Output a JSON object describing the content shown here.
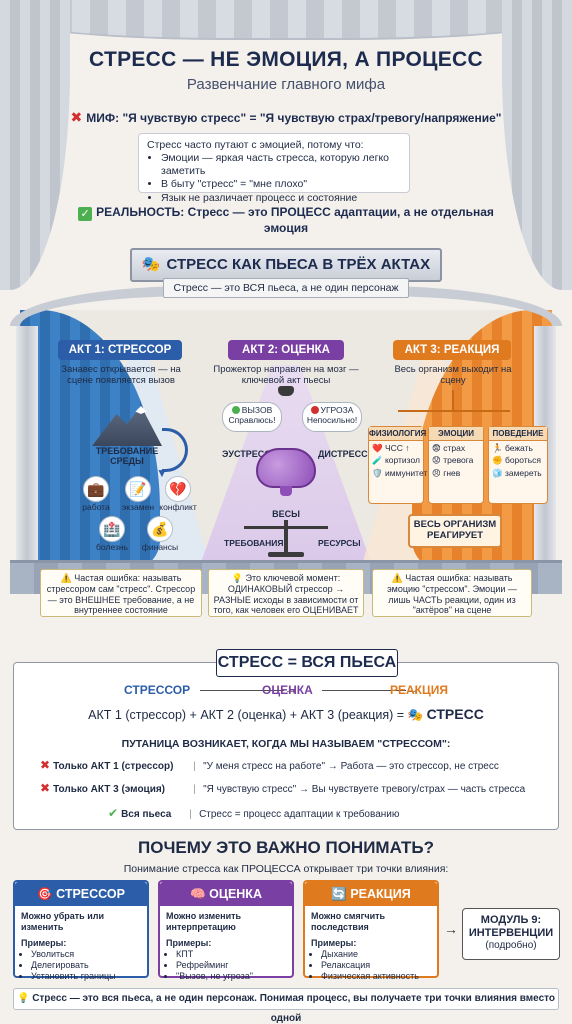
{
  "header": {
    "title": "СТРЕСС — НЕ ЭМОЦИЯ, А ПРОЦЕСС",
    "subtitle": "Развенчание главного мифа"
  },
  "myth": {
    "text": "МИФ: \"Я чувствую стресс\" = \"Я чувствую страх/тревогу/напряжение\"",
    "intro": "Стресс часто путают с эмоцией, потому что:",
    "reasons": [
      "Эмоции — яркая часть стресса, которую легко заметить",
      "В быту \"стресс\" = \"мне плохо\"",
      "Язык не различает процесс и состояние"
    ]
  },
  "reality": {
    "text": "РЕАЛЬНОСТЬ: Стресс — это ПРОЦЕСС адаптации, а не отдельная эмоция"
  },
  "stage": {
    "banner": "СТРЕСС КАК ПЬЕСА В ТРЁХ АКТАХ",
    "banner_sub": "Стресс — это ВСЯ пьеса, а не один персонаж",
    "act1": {
      "label": "АКТ 1: СТРЕССОР",
      "desc": "Занавес открывается — на сцене появляется вызов",
      "demand": "ТРЕБОВАНИЕ СРЕДЫ",
      "items": [
        {
          "icon": "💼",
          "label": "работа"
        },
        {
          "icon": "📝",
          "label": "экзамен"
        },
        {
          "icon": "💔",
          "label": "конфликт"
        },
        {
          "icon": "🏥",
          "label": "болезнь"
        },
        {
          "icon": "💰",
          "label": "финансы"
        }
      ],
      "warning": "Частая ошибка: называть стрессором сам \"стресс\". Стрессор — это ВНЕШНЕЕ требование, а не внутреннее состояние"
    },
    "act2": {
      "label": "АКТ 2: ОЦЕНКА",
      "desc": "Прожектор направлен на мозг — ключевой акт пьесы",
      "challenge": "ВЫЗОВ",
      "challenge_sub": "Справлюсь!",
      "threat": "УГРОЗА",
      "threat_sub": "Непосильно!",
      "eustress": "ЭУСТРЕСС",
      "distress": "ДИСТРЕСС",
      "scales": "ВЕСЫ",
      "demands": "ТРЕБОВАНИЯ",
      "resources": "РЕСУРСЫ",
      "warning": "Это ключевой момент: ОДИНАКОВЫЙ стрессор → РАЗНЫЕ исходы в зависимости от того, как человек его ОЦЕНИВАЕТ"
    },
    "act3": {
      "label": "АКТ 3: РЕАКЦИЯ",
      "desc": "Весь организм выходит на сцену",
      "physiology": {
        "head": "ФИЗИОЛОГИЯ",
        "items": [
          "❤️ ЧСС ↑",
          "🧪 кортизол",
          "🛡️ иммунитет"
        ]
      },
      "emotions": {
        "head": "ЭМОЦИИ",
        "items": [
          "😨 страх",
          "😟 тревога",
          "😠 гнев"
        ]
      },
      "behavior": {
        "head": "ПОВЕДЕНИЕ",
        "items": [
          "🏃 бежать",
          "✊ бороться",
          "🧊 замереть"
        ]
      },
      "whole": "ВЕСЬ ОРГАНИЗМ РЕАГИРУЕТ",
      "warning": "Частая ошибка: называть эмоцию \"стрессом\". Эмоции — лишь ЧАСТЬ реакции, один из \"актёров\" на сцене"
    }
  },
  "whole": {
    "title": "СТРЕСС = ВСЯ ПЬЕСА",
    "flow": [
      "СТРЕССОР",
      "ОЦЕНКА",
      "РЕАКЦИЯ"
    ],
    "formula": "АКТ 1 (стрессор) + АКТ 2 (оценка) + АКТ 3 (реакция) =",
    "formula_result": "СТРЕСС",
    "confusion_title": "ПУТАНИЦА ВОЗНИКАЕТ, КОГДА МЫ НАЗЫВАЕМ \"СТРЕССОМ\":",
    "rows": [
      {
        "label": "Только АКТ 1 (стрессор)",
        "text": "\"У меня стресс на работе\" → Работа — это стрессор, не стресс"
      },
      {
        "label": "Только АКТ 3 (эмоция)",
        "text": "\"Я чувствую стресс\" → Вы чувствуете тревогу/страх — часть стресса"
      },
      {
        "label": "Вся пьеса",
        "text": "Стресс = процесс адаптации к требованию"
      }
    ]
  },
  "why": {
    "title": "ПОЧЕМУ ЭТО ВАЖНО ПОНИМАТЬ?",
    "subtitle": "Понимание стресса как ПРОЦЕССА открывает три точки влияния:",
    "cards": [
      {
        "title": "СТРЕССОР",
        "icon": "🎯",
        "lead": "Можно убрать или изменить",
        "examples_label": "Примеры:",
        "examples": [
          "Уволиться",
          "Делегировать",
          "Установить границы"
        ]
      },
      {
        "title": "ОЦЕНКА",
        "icon": "🧠",
        "lead": "Можно изменить интерпретацию",
        "examples_label": "Примеры:",
        "examples": [
          "КПТ",
          "Рефрейминг",
          "\"Вызов, не угроза\""
        ]
      },
      {
        "title": "РЕАКЦИЯ",
        "icon": "🔄",
        "lead": "Можно смягчить последствия",
        "examples_label": "Примеры:",
        "examples": [
          "Дыхание",
          "Релаксация",
          "Физическая активность"
        ]
      }
    ],
    "module_title": "МОДУЛЬ 9: ИНТЕРВЕНЦИИ",
    "module_sub": "(подробно)"
  },
  "footer": {
    "text": "Стресс — это вся пьеса, а не один персонаж. Понимая процесс, вы получаете три точки влияния вместо одной"
  },
  "colors": {
    "navy": "#1d2b4f",
    "blue": "#2c5da8",
    "purple": "#7a3fa3",
    "orange": "#e07a1f",
    "red": "#d32f2f",
    "green": "#4caf50"
  }
}
